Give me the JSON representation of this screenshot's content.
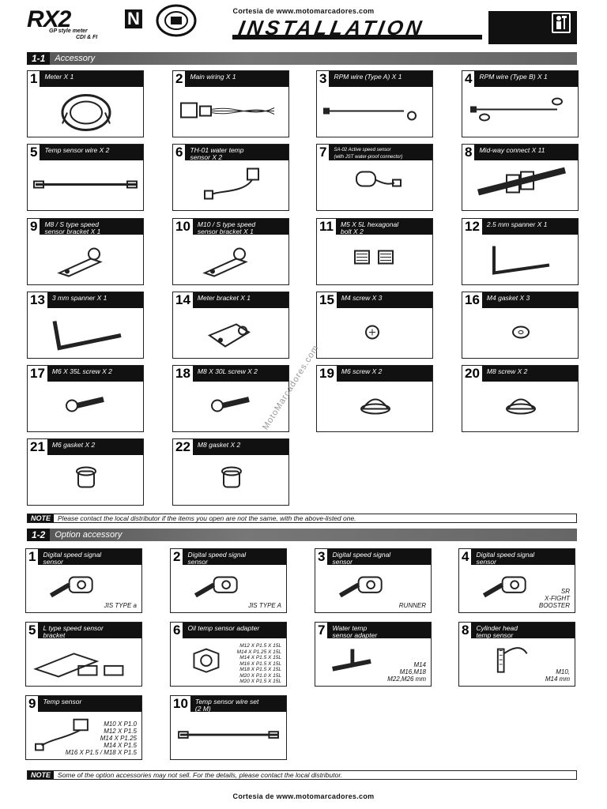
{
  "credit_top": "Cortesia de www.motomarcadores.com",
  "credit_bottom": "Cortesia de www.motomarcadores.com",
  "logo": {
    "main": "RX2",
    "tag": "N",
    "sub1": "GP style meter",
    "sub2": "CDI & FI"
  },
  "title": "INSTALLATION",
  "section1": {
    "num": "1-1",
    "label": "Accessory"
  },
  "section2": {
    "num": "1-2",
    "label": "Option accessory"
  },
  "watermark": "MotoMarcadores.com",
  "accessories": [
    {
      "n": "1",
      "t": "Meter X 1"
    },
    {
      "n": "2",
      "t": "Main wiring X 1"
    },
    {
      "n": "3",
      "t": "RPM wire (Type A) X 1"
    },
    {
      "n": "4",
      "t": "RPM wire (Type B) X 1"
    },
    {
      "n": "5",
      "t": "Temp sensor wire X 2"
    },
    {
      "n": "6",
      "t": "TH-01 water temp\nsensor X 2"
    },
    {
      "n": "7",
      "t": "SA-02 Active speed sensor\n(with JST water-proof connector)"
    },
    {
      "n": "8",
      "t": "Mid-way connect X 11"
    },
    {
      "n": "9",
      "t": "M8 / S type speed\nsensor bracket X 1"
    },
    {
      "n": "10",
      "t": "M10 / S type speed\nsensor bracket X 1"
    },
    {
      "n": "11",
      "t": "M5 X 5L hexagonal\nbolt X 2"
    },
    {
      "n": "12",
      "t": "2.5 mm spanner X 1"
    },
    {
      "n": "13",
      "t": "3 mm spanner X 1"
    },
    {
      "n": "14",
      "t": "Meter bracket X 1"
    },
    {
      "n": "15",
      "t": "M4 screw X 3"
    },
    {
      "n": "16",
      "t": "M4 gasket X 3"
    },
    {
      "n": "17",
      "t": "M6 X 35L screw X 2"
    },
    {
      "n": "18",
      "t": "M8 X 30L screw X 2"
    },
    {
      "n": "19",
      "t": "M6 screw X 2"
    },
    {
      "n": "20",
      "t": "M8 screw X 2"
    },
    {
      "n": "21",
      "t": "M6 gasket X 2"
    },
    {
      "n": "22",
      "t": "M8 gasket X 2"
    }
  ],
  "note1": {
    "tag": "NOTE",
    "text": "Please contact the local distributor if the items you open are not the same, with the above-listed one."
  },
  "options": [
    {
      "n": "1",
      "t": "Digital speed signal\nsensor",
      "cap": "JIS TYPE a"
    },
    {
      "n": "2",
      "t": "Digital speed signal\nsensor",
      "cap": "JIS TYPE A"
    },
    {
      "n": "3",
      "t": "Digital speed signal\nsensor",
      "cap": "RUNNER"
    },
    {
      "n": "4",
      "t": "Digital speed signal\nsensor",
      "cap": "SR\nX-FIGHT\nBOOSTER"
    },
    {
      "n": "5",
      "t": "L type speed sensor\nbracket",
      "cap": ""
    },
    {
      "n": "6",
      "t": "Oil temp sensor adapter",
      "cap": "M12 X P1.5 X 15L\nM14 X P1.25 X 15L\nM14 X P1.5 X 15L\nM16 X P1.5 X 15L\nM18 X P1.5 X 15L\nM20 X P1.0 X 15L\nM20 X P1.5 X 15L"
    },
    {
      "n": "7",
      "t": "Water temp\nsensor adapter",
      "cap": "M14\nM16,M18\nM22,M26 mm"
    },
    {
      "n": "8",
      "t": "Cylinder head\ntemp sensor",
      "cap": "M10,\nM14 mm"
    },
    {
      "n": "9",
      "t": "Temp sensor",
      "cap": "M10 X P1.0\nM12 X P1.5\nM14 X P1.25\nM14 X P1.5\nM16 X P1.5 / M18 X P1.5"
    },
    {
      "n": "10",
      "t": "Temp sensor wire set\n(2 M)",
      "cap": ""
    }
  ],
  "note2": {
    "tag": "NOTE",
    "text": "Some of the option accessories may not sell. For the details, please contact the local distributor."
  }
}
